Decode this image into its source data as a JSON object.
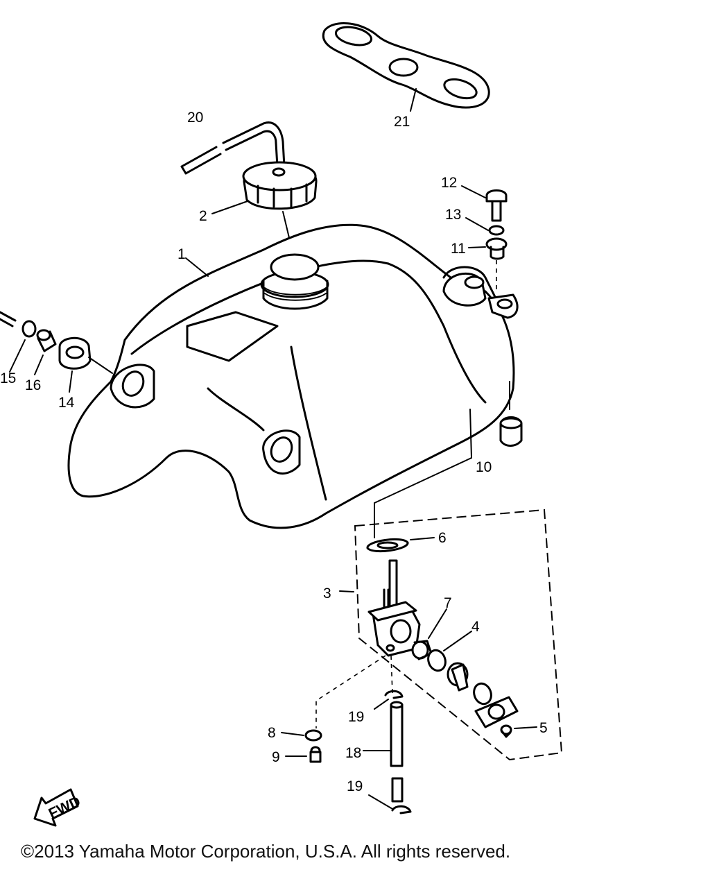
{
  "callouts": {
    "p1": "1",
    "p2": "2",
    "p3": "3",
    "p4": "4",
    "p5": "5",
    "p6": "6",
    "p7": "7",
    "p8": "8",
    "p9": "9",
    "p10": "10",
    "p11": "11",
    "p12": "12",
    "p13": "13",
    "p14": "14",
    "p15": "15",
    "p16": "16",
    "p18": "18",
    "p19a": "19",
    "p19b": "19",
    "p20": "20",
    "p21": "21"
  },
  "fwd_label": "FWD",
  "copyright": "©2013 Yamaha Motor Corporation, U.S.A. All rights reserved."
}
